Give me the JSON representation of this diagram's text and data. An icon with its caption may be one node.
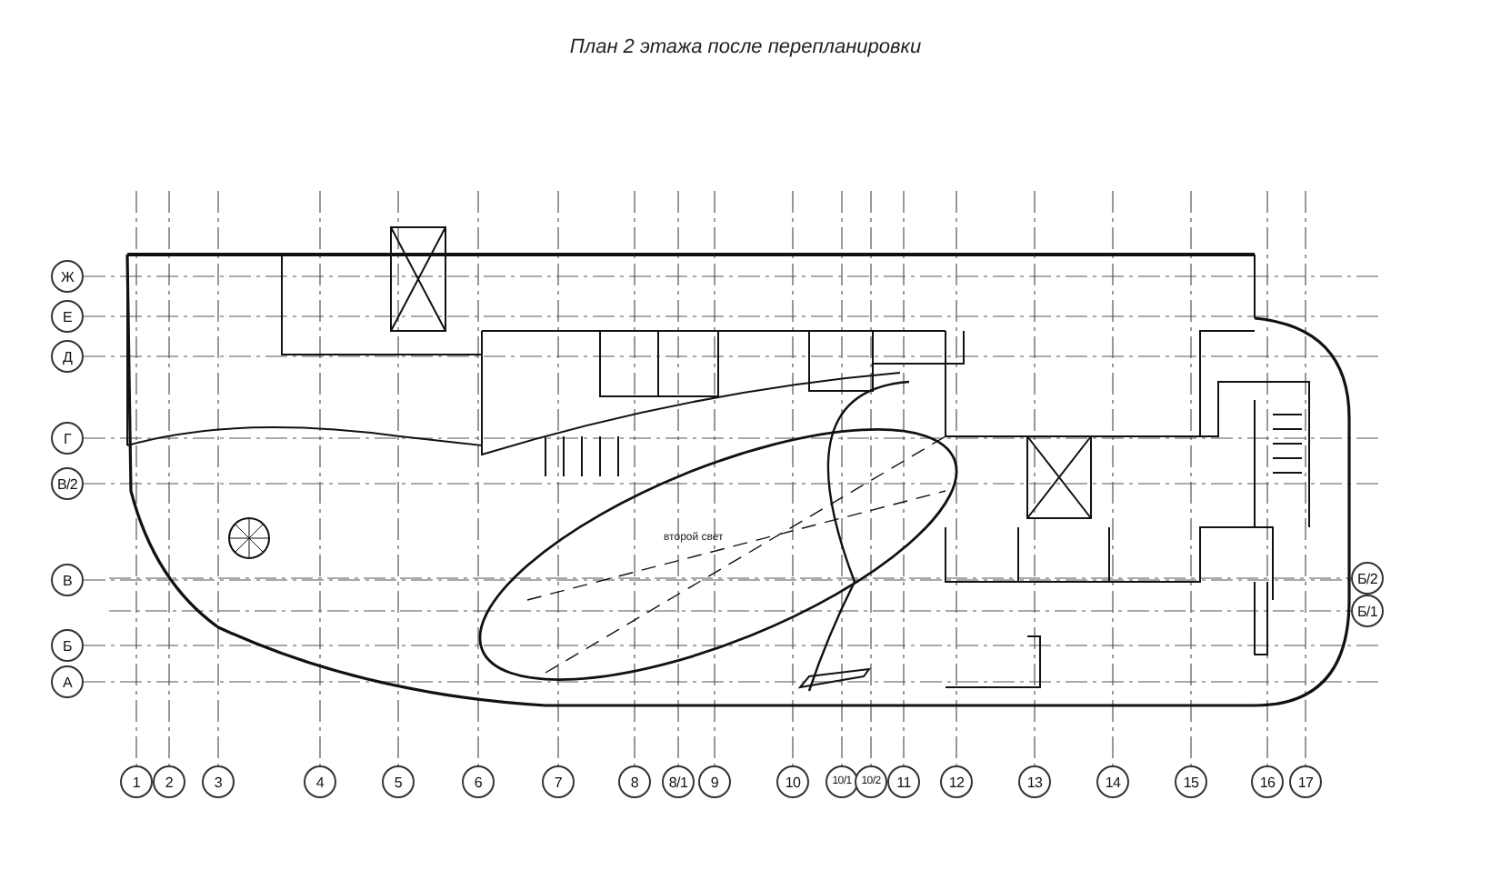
{
  "diagram": {
    "title": "План 2 этажа после перепланировки",
    "nodes": [
      {
        "text": [
          "Ж"
        ]
      },
      {
        "text": [
          "Е"
        ]
      },
      {
        "text": [
          "Д"
        ]
      },
      {
        "text": [
          "Г"
        ]
      },
      {
        "text": [
          "В/2"
        ]
      },
      {
        "text": [
          "В"
        ]
      },
      {
        "text": [
          "Б"
        ]
      },
      {
        "text": [
          "А"
        ]
      },
      {
        "text": [
          "Б/2"
        ]
      },
      {
        "text": [
          "Б/1"
        ]
      },
      {
        "text": [
          "1"
        ]
      },
      {
        "text": [
          "2"
        ]
      },
      {
        "text": [
          "3"
        ]
      },
      {
        "text": [
          "4"
        ]
      },
      {
        "text": [
          "5"
        ]
      },
      {
        "text": [
          "6"
        ]
      },
      {
        "text": [
          "7"
        ]
      },
      {
        "text": [
          "8"
        ]
      },
      {
        "text": [
          "8/1"
        ]
      },
      {
        "text": [
          "9"
        ]
      },
      {
        "text": [
          "10"
        ]
      },
      {
        "text": [
          "10/1"
        ]
      },
      {
        "text": [
          "10/2"
        ]
      },
      {
        "text": [
          "11"
        ]
      },
      {
        "text": [
          "12"
        ]
      },
      {
        "text": [
          "13"
        ]
      },
      {
        "text": [
          "14"
        ]
      },
      {
        "text": [
          "15"
        ]
      },
      {
        "text": [
          "16"
        ]
      },
      {
        "text": [
          "17"
        ]
      }
    ],
    "labels": [
      "второй свет"
    ]
  }
}
